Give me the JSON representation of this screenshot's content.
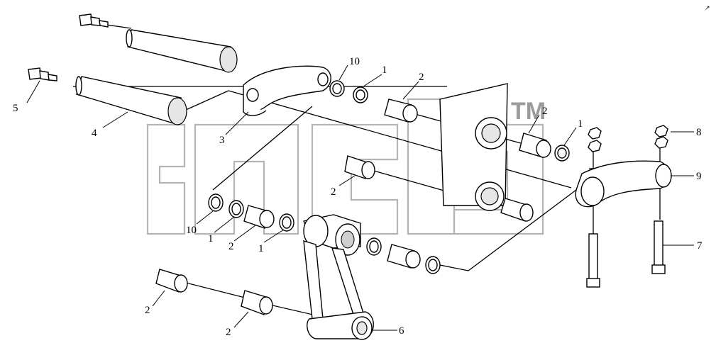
{
  "watermark": {
    "logo_text": "эпсб",
    "trademark": "TM"
  },
  "corner_mark": "↗",
  "callouts": {
    "c10_top": "10",
    "c1_top": "1",
    "c2_top": "2",
    "c5": "5",
    "c4": "4",
    "c3": "3",
    "c2_right": "2",
    "c1_right": "1",
    "c8": "8",
    "c9": "9",
    "c7": "7",
    "c2_mid": "2",
    "c10_left": "10",
    "c1_left": "1",
    "c2_left": "2",
    "c1_left2": "1",
    "c2_bl1": "2",
    "c2_bl2": "2",
    "c6": "6"
  }
}
